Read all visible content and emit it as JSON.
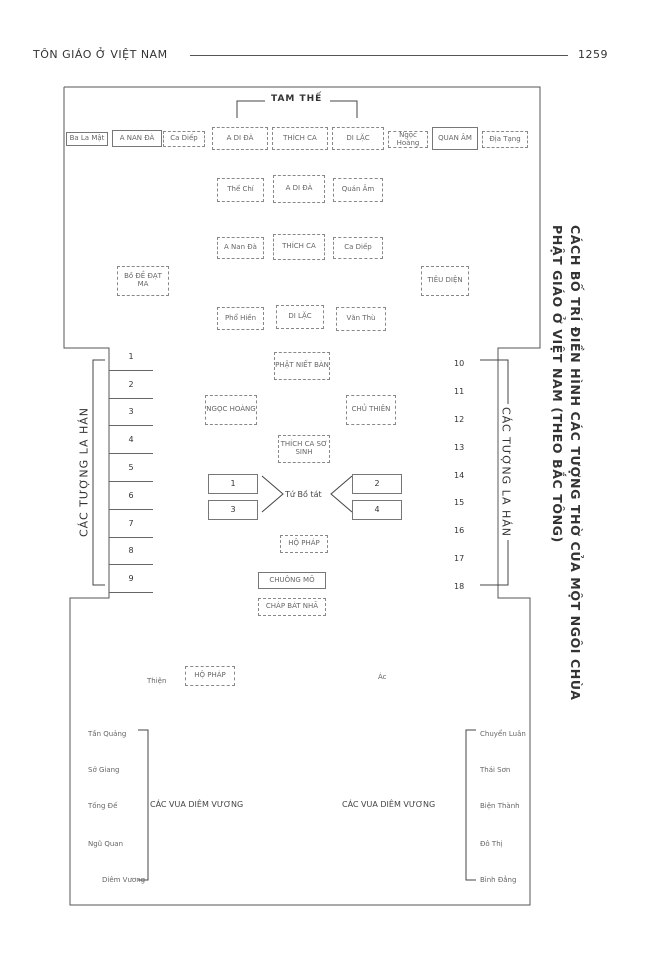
{
  "header": {
    "left": "TÔN GIÁO Ở VIỆT NAM",
    "right": "1259"
  },
  "title": [
    "CÁCH BỐ TRÍ ĐIỀN HÌNH CÁC TƯỢNG THỜ CỦA MỘT NGÔI CHÙA",
    "PHẬT GIÁO Ở VIỆT NAM (THEO BẮC TÔNG)"
  ],
  "tam_the": "TAM THẾ",
  "top_row": [
    "Ba La Mật",
    "A NAN ĐÀ",
    "Ca Diếp",
    "A DI ĐÀ",
    "THÍCH CA",
    "DI LẶC",
    "Ngọc Hoàng",
    "QUAN ÂM",
    "Địa Tạng"
  ],
  "center_column": {
    "row2": [
      "Thế Chí",
      "A DI ĐÀ",
      "Quán Âm"
    ],
    "row3": [
      "A Nan Đà",
      "THÍCH CA",
      "Ca Diếp"
    ],
    "row4": [
      "Phổ Hiền",
      "DI LẶC",
      "Văn Thù"
    ],
    "phat_nhan": "PHẬT NIẾT BÀN",
    "thich_ca_so_sinh": "THÍCH CA SƠ SINH",
    "ho_phap": "HỘ PHÁP",
    "chuong_mo": "CHUÔNG MÕ",
    "chuong_bat_nha": "CHÁP BÁT NHÃ"
  },
  "bo_de_dat_ma": "Bồ ĐỀ ĐẠT MA",
  "tieu_dien": "TIÊU DIỆN",
  "ngoc_hoang": "NGỌC HOÀNG",
  "chu_thien": "CHỦ THIÊN",
  "tu_bo_tat": "Tứ Bồ tát",
  "tu_bo_tat_nums": [
    "1",
    "3",
    "2",
    "4"
  ],
  "left_arhats": [
    "1",
    "2",
    "3",
    "4",
    "5",
    "6",
    "7",
    "8",
    "9"
  ],
  "right_arhats": [
    "10",
    "11",
    "12",
    "13",
    "14",
    "15",
    "16",
    "17",
    "18"
  ],
  "la_han_label": "CÁC TƯỢNG LA HÁN",
  "lower": {
    "left_small": "Thiện",
    "left_box": "HỘ PHÁP",
    "right_box": "Ác",
    "left_kings": [
      "Tần Quảng",
      "Sở Giang",
      "Tống Đế",
      "Ngũ Quan",
      "Diêm Vương"
    ],
    "right_kings": [
      "Chuyển Luân",
      "Thái Sơn",
      "Biện Thành",
      "Đô Thị",
      "Bình Đẳng"
    ],
    "kings_label": "CÁC VUA DIÊM VƯƠNG"
  }
}
